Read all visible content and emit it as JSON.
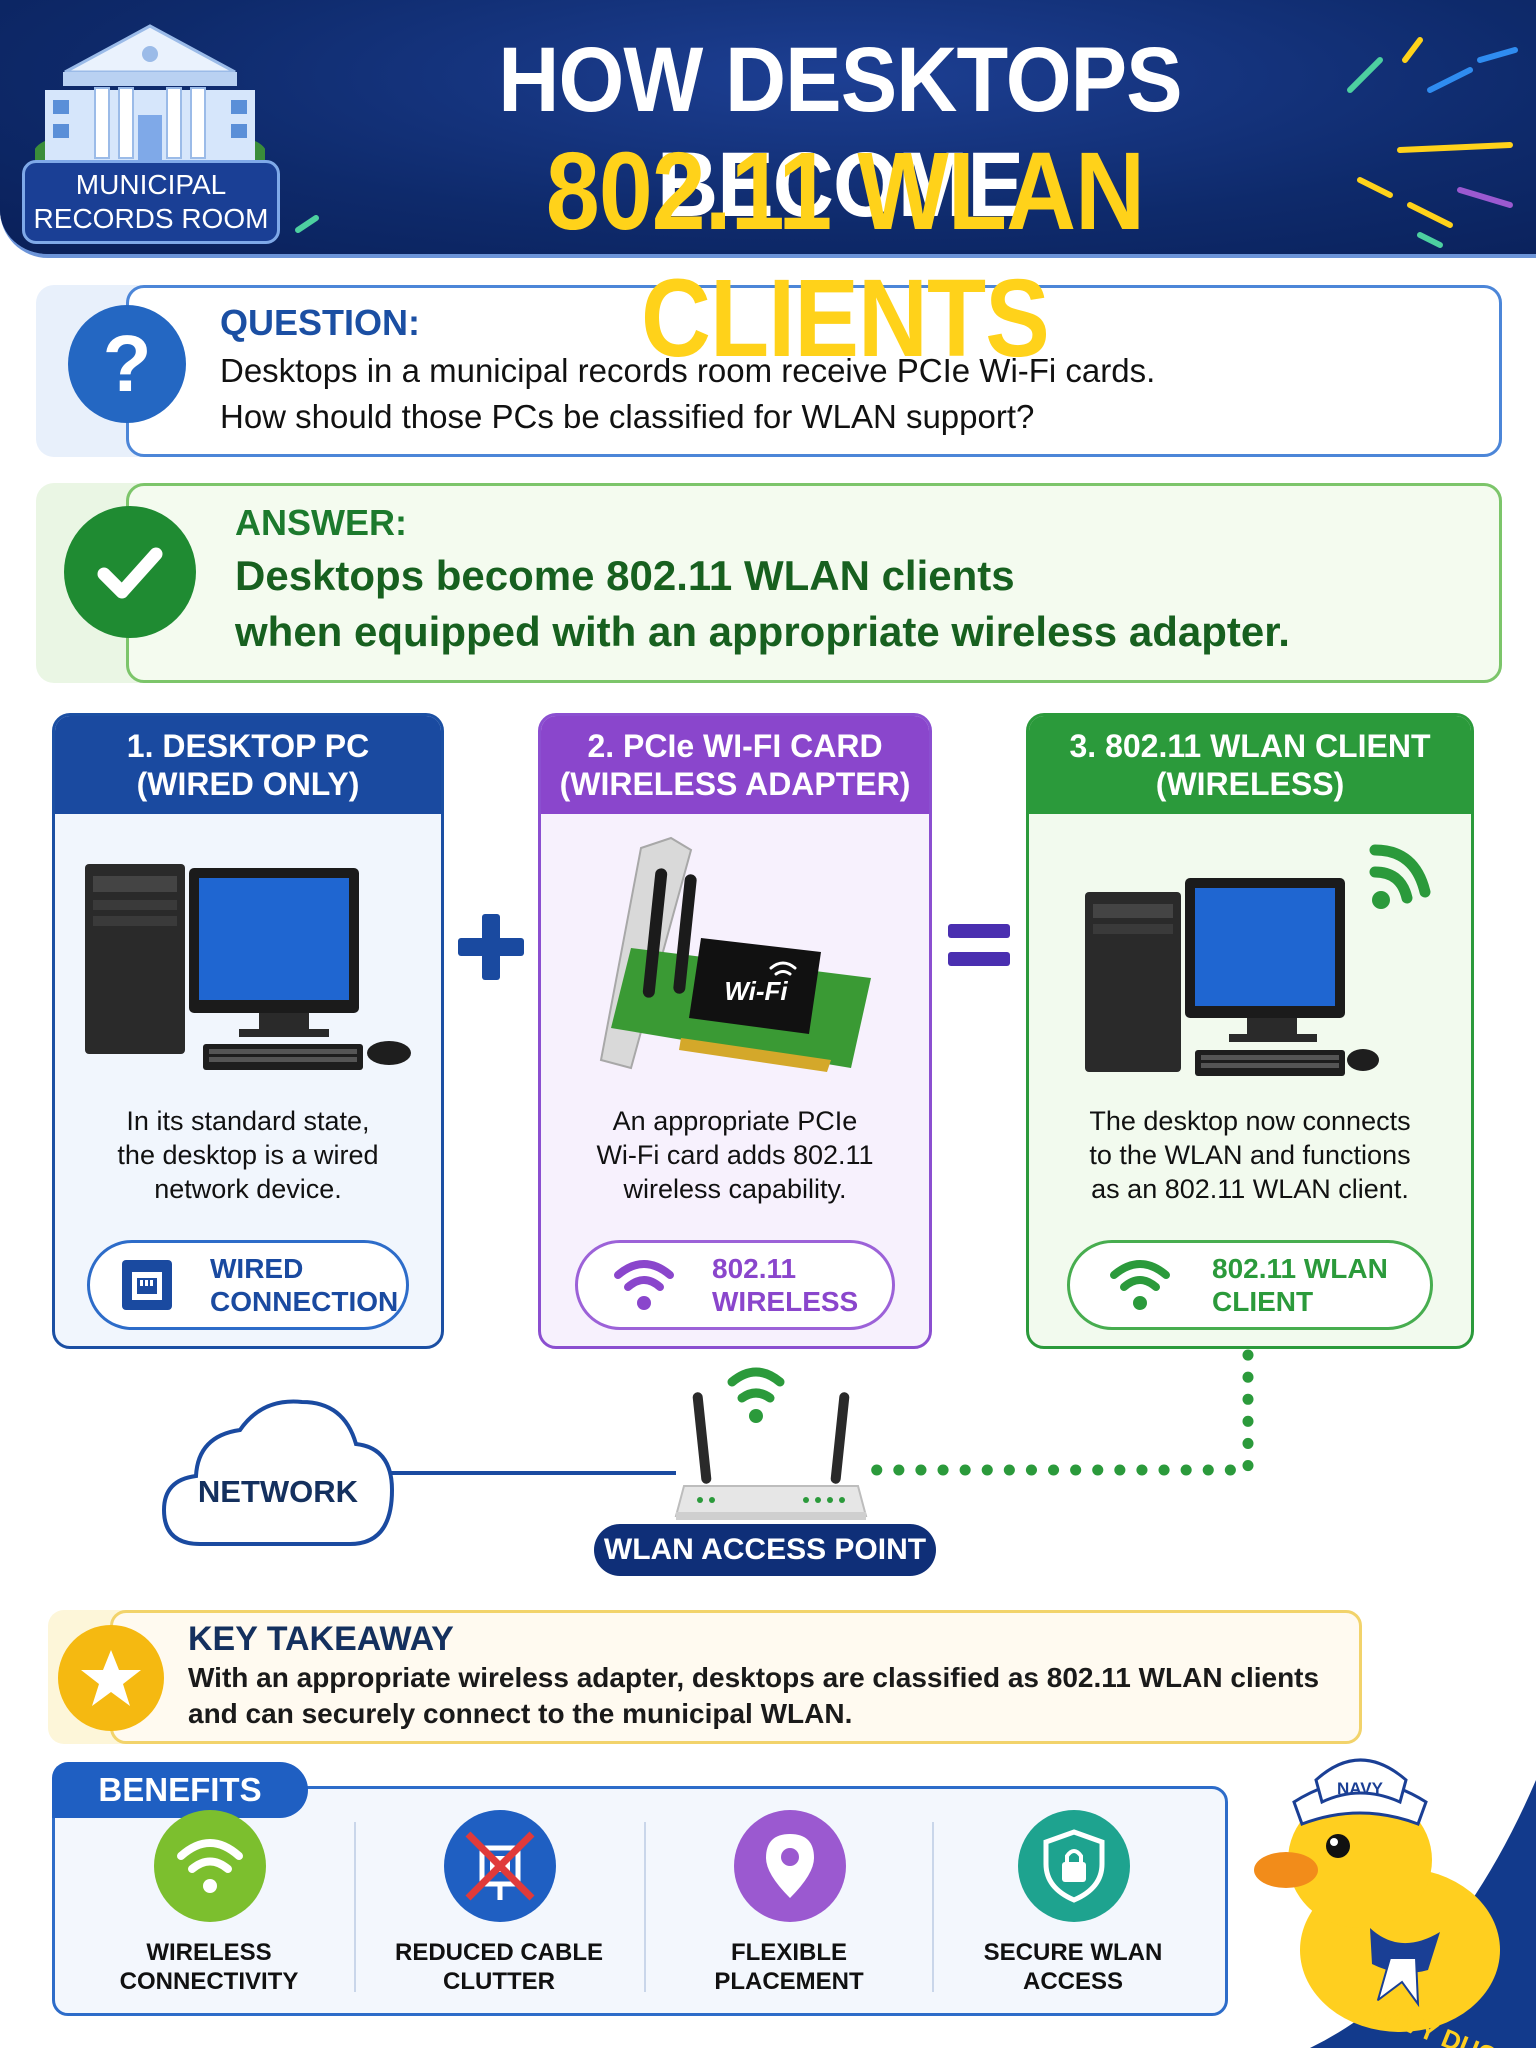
{
  "header": {
    "badge_line1": "MUNICIPAL",
    "badge_line2": "RECORDS ROOM",
    "title_line1": "HOW DESKTOPS BECOME",
    "title_line2": "802.11 WLAN CLIENTS"
  },
  "question": {
    "label": "QUESTION:",
    "line1": "Desktops in a municipal records room receive PCIe Wi-Fi cards.",
    "line2": "How should those PCs be classified for WLAN support?",
    "icon": "question-mark-icon"
  },
  "answer": {
    "label": "ANSWER:",
    "line1": "Desktops become 802.11 WLAN clients",
    "line2": "when equipped with an appropriate wireless adapter.",
    "icon": "checkmark-icon"
  },
  "steps": [
    {
      "title1": "1. DESKTOP PC",
      "title2": "(WIRED ONLY)",
      "desc1": "In its standard state,",
      "desc2": "the desktop is a wired",
      "desc3": "network device.",
      "pill1": "WIRED",
      "pill2": "CONNECTION",
      "icon": "ethernet-port-icon"
    },
    {
      "title1": "2. PCIe WI-FI CARD",
      "title2": "(WIRELESS ADAPTER)",
      "desc1": "An appropriate PCIe",
      "desc2": "Wi-Fi card adds 802.11",
      "desc3": "wireless capability.",
      "pill1": "802.11",
      "pill2": "WIRELESS",
      "card_label": "Wi-Fi",
      "icon": "wifi-icon"
    },
    {
      "title1": "3. 802.11 WLAN CLIENT",
      "title2": "(WIRELESS)",
      "desc1": "The desktop now connects",
      "desc2": "to the WLAN and functions",
      "desc3": "as an 802.11 WLAN client.",
      "pill1": "802.11 WLAN",
      "pill2": "CLIENT",
      "icon": "wifi-icon"
    }
  ],
  "operators": {
    "plus": "+",
    "equals": "="
  },
  "network": {
    "cloud_label": "NETWORK",
    "ap_label": "WLAN ACCESS POINT"
  },
  "takeaway": {
    "label": "KEY TAKEAWAY",
    "line1": "With an appropriate wireless adapter, desktops are classified as 802.11 WLAN clients",
    "line2": "and can securely connect to the municipal WLAN.",
    "icon": "star-icon"
  },
  "benefits": {
    "label": "BENEFITS",
    "items": [
      {
        "line1": "WIRELESS",
        "line2": "CONNECTIVITY",
        "icon": "wifi-icon",
        "color": "#7cbf2e"
      },
      {
        "line1": "REDUCED CABLE",
        "line2": "CLUTTER",
        "icon": "no-cable-icon",
        "color": "#1f5fc2"
      },
      {
        "line1": "FLEXIBLE",
        "line2": "PLACEMENT",
        "icon": "location-pin-icon",
        "color": "#9b59d0"
      },
      {
        "line1": "SECURE WLAN",
        "line2": "ACCESS",
        "icon": "shield-lock-icon",
        "color": "#1ea38f"
      }
    ]
  },
  "mascot": {
    "hat_text": "NAVY",
    "band_text": "NAVY DUCK"
  },
  "colors": {
    "header_bg": "#0e2a6b",
    "title_yellow": "#ffd21a",
    "blue": "#1a4aa0",
    "purple": "#8a46cc",
    "green": "#2b9a3b",
    "gold": "#f5b911"
  }
}
